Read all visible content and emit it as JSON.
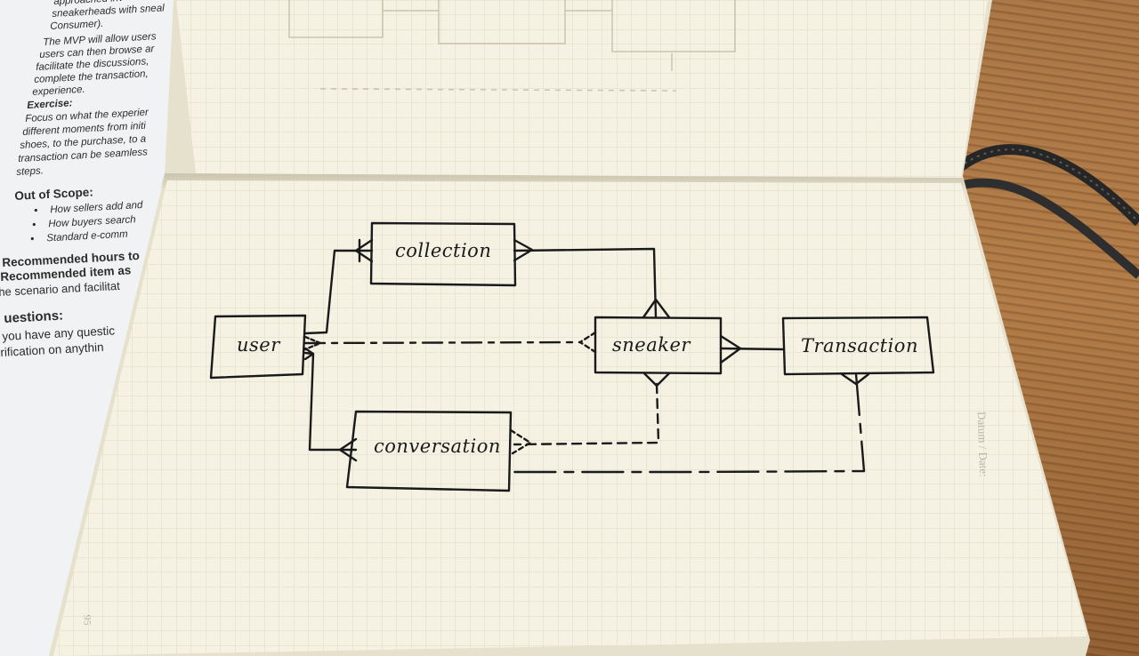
{
  "printout": {
    "lines": [
      "approached inv",
      "sneakerheads with sneal",
      "Consumer).",
      "The MVP will allow users",
      "users can then browse ar",
      "facilitate the discussions,",
      "complete the transaction,",
      "experience.",
      "Exercise:",
      "Focus on what the experier",
      "different moments from initi",
      "shoes, to the purchase, to a",
      "transaction can be seamless",
      "steps.",
      "Out of Scope:",
      "How sellers add and",
      "How buyers search",
      "Standard e-comm",
      "Recommended hours to",
      "Recommended item as",
      "he scenario and facilitat",
      "uestions:",
      "you have any questic",
      "rification on anythin"
    ]
  },
  "diagram": {
    "entities": {
      "collection": "collection",
      "user": "user",
      "sneaker": "sneaker",
      "transaction": "Transaction",
      "conversation": "conversation"
    }
  },
  "notebook": {
    "date_label": "Datum / Date:",
    "page_number": "95"
  },
  "colors": {
    "paper": "#f5f2e4",
    "grid": "#ddd9c4",
    "ink": "#1a1a1a",
    "desk": "#a87444",
    "strap": "#2a2a2a"
  }
}
